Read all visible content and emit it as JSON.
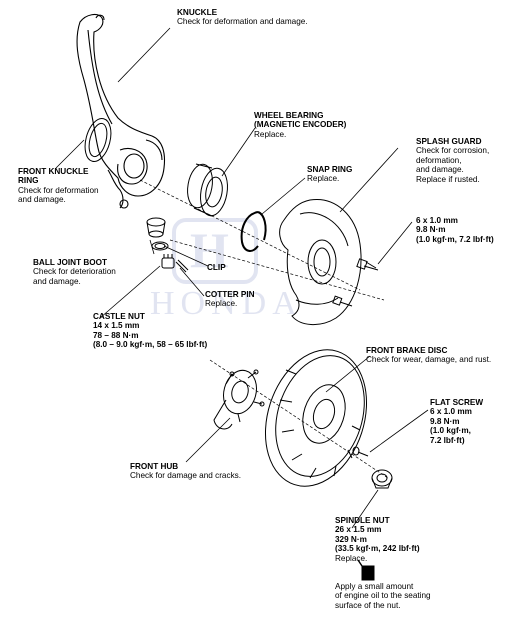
{
  "watermark": {
    "brand": "HONDA",
    "logo_letter": "H"
  },
  "labels": {
    "knuckle": {
      "title": "KNUCKLE",
      "lines": [
        "Check for deformation and damage."
      ]
    },
    "wheel_bearing": {
      "title_lines": [
        "WHEEL BEARING",
        "(MAGNETIC ENCODER)"
      ],
      "lines": [
        "Replace."
      ]
    },
    "splash_guard": {
      "title": "SPLASH GUARD",
      "lines": [
        "Check for corrosion,",
        "deformation,",
        "and damage.",
        "Replace if rusted."
      ]
    },
    "front_knuckle_ring": {
      "title_lines": [
        "FRONT KNUCKLE",
        "RING"
      ],
      "lines": [
        "Check for deformation",
        "and damage."
      ]
    },
    "snap_ring": {
      "title": "SNAP RING",
      "lines": [
        "Replace."
      ]
    },
    "splash_bolt_torque": {
      "lines": [
        "6 x 1.0 mm",
        "9.8 N·m",
        "(1.0 kgf·m, 7.2 lbf·ft)"
      ]
    },
    "ball_joint_boot": {
      "title": "BALL JOINT BOOT",
      "lines": [
        "Check for deterioration",
        "and damage."
      ]
    },
    "clip": {
      "title": "CLIP"
    },
    "cotter_pin": {
      "title": "COTTER PIN",
      "lines": [
        "Replace."
      ]
    },
    "castle_nut": {
      "title": "CASTLE NUT",
      "lines": [
        "14 x 1.5 mm",
        "78 – 88 N·m",
        "(8.0 – 9.0 kgf·m, 58 – 65 lbf·ft)"
      ]
    },
    "front_brake_disc": {
      "title": "FRONT BRAKE DISC",
      "lines": [
        "Check for wear, damage, and rust."
      ]
    },
    "flat_screw": {
      "title": "FLAT SCREW",
      "lines": [
        "6 x 1.0 mm",
        "9.8 N·m",
        "(1.0 kgf·m,",
        "7.2 lbf·ft)"
      ]
    },
    "front_hub": {
      "title": "FRONT HUB",
      "lines": [
        "Check for damage and cracks."
      ]
    },
    "spindle_nut": {
      "title": "SPINDLE NUT",
      "lines": [
        "26 x 1.5 mm",
        "329 N·m",
        "(33.5 kgf·m, 242 lbf·ft)",
        "Replace."
      ]
    },
    "oil_note": {
      "lines": [
        "Apply a small amount",
        "of engine oil to the seating",
        "surface of the nut."
      ]
    }
  }
}
